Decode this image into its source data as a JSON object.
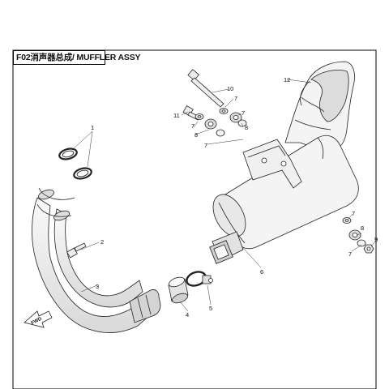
{
  "title": "F02消声器总成/ MUFFLER ASSY",
  "fwd_label": "FWD",
  "callouts": [
    {
      "id": "c1",
      "text": "1"
    },
    {
      "id": "c2",
      "text": "2"
    },
    {
      "id": "c3",
      "text": "3"
    },
    {
      "id": "c4",
      "text": "4"
    },
    {
      "id": "c5",
      "text": "5"
    },
    {
      "id": "c6",
      "text": "6"
    },
    {
      "id": "c7a",
      "text": "7"
    },
    {
      "id": "c7b",
      "text": "7"
    },
    {
      "id": "c7c",
      "text": "7"
    },
    {
      "id": "c7d",
      "text": "7"
    },
    {
      "id": "c7e",
      "text": "7"
    },
    {
      "id": "c8a",
      "text": "8"
    },
    {
      "id": "c8b",
      "text": "8"
    },
    {
      "id": "c9",
      "text": "9"
    },
    {
      "id": "c10",
      "text": "10"
    },
    {
      "id": "c11",
      "text": "11"
    },
    {
      "id": "c12",
      "text": "12"
    }
  ],
  "colors": {
    "line": "#222222",
    "fill": "#f4f4f4",
    "shade": "#bdbdbd",
    "border": "#000000"
  }
}
